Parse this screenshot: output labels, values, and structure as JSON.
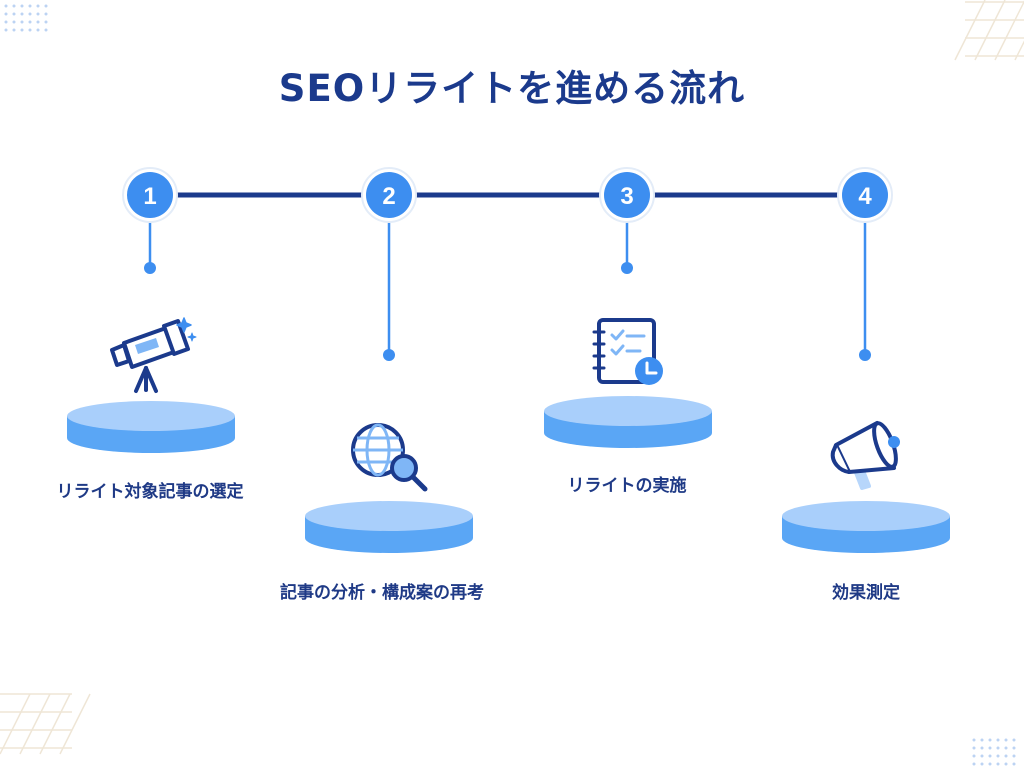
{
  "title": "SEOリライトを進める流れ",
  "steps": [
    {
      "number": "1",
      "label": "リライト対象記事の選定",
      "icon": "telescope-icon"
    },
    {
      "number": "2",
      "label": "記事の分析・構成案の再考",
      "icon": "globe-search-icon"
    },
    {
      "number": "3",
      "label": "リライトの実施",
      "icon": "checklist-clock-icon"
    },
    {
      "number": "4",
      "label": "効果測定",
      "icon": "megaphone-icon"
    }
  ],
  "colors": {
    "navy": "#1b3a8c",
    "accent": "#3d8ef0",
    "light": "#b7d6fb",
    "disk": "#5aa6f5",
    "disk_top": "#a9cffb"
  }
}
